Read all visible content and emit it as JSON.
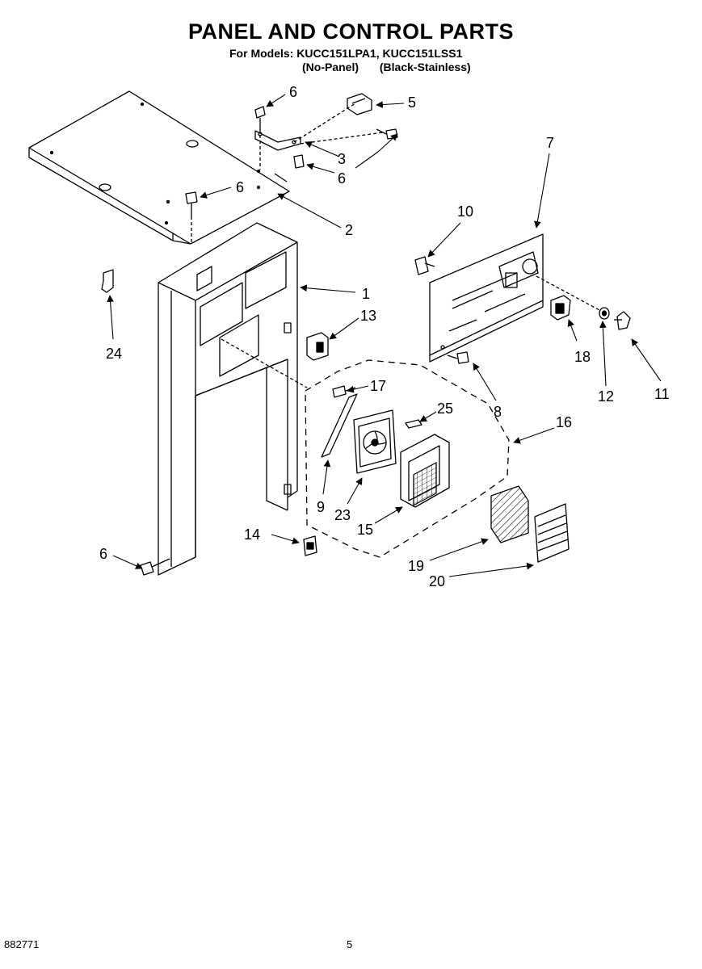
{
  "header": {
    "title": "PANEL AND CONTROL PARTS",
    "models_line": "For Models: KUCC151LPA1, KUCC151LSS1",
    "variant_1": "(No-Panel)",
    "variant_2": "(Black-Stainless)"
  },
  "footer": {
    "doc_number": "882771",
    "page_number": "5"
  },
  "callouts": [
    {
      "id": "c1",
      "label": "1"
    },
    {
      "id": "c2",
      "label": "2"
    },
    {
      "id": "c3",
      "label": "3"
    },
    {
      "id": "c5",
      "label": "5"
    },
    {
      "id": "c6a",
      "label": "6"
    },
    {
      "id": "c6b",
      "label": "6"
    },
    {
      "id": "c6c",
      "label": "6"
    },
    {
      "id": "c6d",
      "label": "6"
    },
    {
      "id": "c7",
      "label": "7"
    },
    {
      "id": "c8",
      "label": "8"
    },
    {
      "id": "c9",
      "label": "9"
    },
    {
      "id": "c10",
      "label": "10"
    },
    {
      "id": "c11",
      "label": "11"
    },
    {
      "id": "c12",
      "label": "12"
    },
    {
      "id": "c13",
      "label": "13"
    },
    {
      "id": "c14",
      "label": "14"
    },
    {
      "id": "c15",
      "label": "15"
    },
    {
      "id": "c16",
      "label": "16"
    },
    {
      "id": "c17",
      "label": "17"
    },
    {
      "id": "c18",
      "label": "18"
    },
    {
      "id": "c19",
      "label": "19"
    },
    {
      "id": "c20",
      "label": "20"
    },
    {
      "id": "c23",
      "label": "23"
    },
    {
      "id": "c24",
      "label": "24"
    },
    {
      "id": "c25",
      "label": "25"
    }
  ]
}
